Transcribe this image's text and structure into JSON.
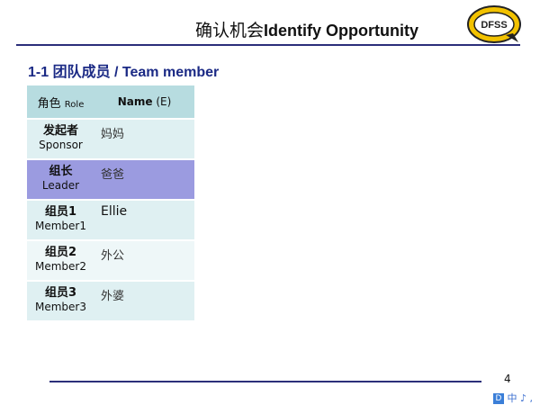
{
  "header": {
    "title_cn": "确认机会",
    "title_en": "Identify Opportunity",
    "logo_text": "DFSS"
  },
  "section": {
    "heading": "1-1 团队成员 / Team member"
  },
  "table": {
    "header": {
      "role_cn": "角色",
      "role_en": "Role",
      "name_bold": "Name",
      "name_suffix": " (E)"
    },
    "rows": [
      {
        "role_cn": "发起者",
        "role_en": "Sponsor",
        "name": "妈妈"
      },
      {
        "role_cn": "组长",
        "role_en": "Leader",
        "name": "爸爸"
      },
      {
        "role_cn": "组员1",
        "role_en": "Member1",
        "name": "Ellie"
      },
      {
        "role_cn": "组员2",
        "role_en": "Member2",
        "name": "外公"
      },
      {
        "role_cn": "组员3",
        "role_en": "Member3",
        "name": "外婆"
      }
    ]
  },
  "footer": {
    "page_number": "4"
  },
  "ime": {
    "icon_label": "D",
    "text": "中 ♪ ,"
  },
  "colors": {
    "accent_navy": "#2b2f7a",
    "heading_blue": "#1b2a85",
    "logo_gold": "#f2c200",
    "header_cell": "#b7dce0",
    "row_cell": "#dff0f2",
    "highlight_row": "#9b9be0"
  }
}
